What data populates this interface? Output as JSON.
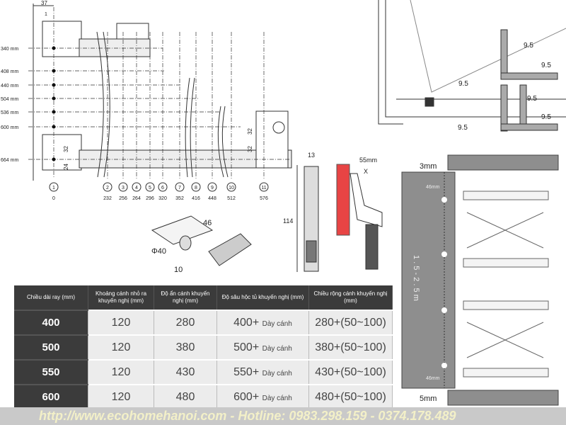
{
  "slide_diagram": {
    "top_dims": [
      "37",
      "1"
    ],
    "heights": [
      "340 mm",
      "408 mm",
      "440 mm",
      "504 mm",
      "536 mm",
      "600 mm",
      "664 mm"
    ],
    "positions": [
      {
        "n": "1",
        "v": "0"
      },
      {
        "n": "2",
        "v": "232"
      },
      {
        "n": "3",
        "v": "256"
      },
      {
        "n": "4",
        "v": "264"
      },
      {
        "n": "5",
        "v": "296"
      },
      {
        "n": "6",
        "v": "320"
      },
      {
        "n": "7",
        "v": "352"
      },
      {
        "n": "8",
        "v": "416"
      },
      {
        "n": "9",
        "v": "448"
      },
      {
        "n": "10",
        "v": "512"
      },
      {
        "n": "11",
        "v": "576"
      }
    ],
    "side_dims": [
      "32",
      "24",
      "32",
      "32"
    ]
  },
  "hinge_diagram": {
    "d1": "46",
    "d2": "Φ40",
    "d3": "10"
  },
  "side_view": {
    "d1": "13",
    "d2": "114",
    "d3": "55mm",
    "d4": "X"
  },
  "corner_view": {
    "labels": [
      "9.5",
      "9.5",
      "9.5",
      "9.5",
      "9.5",
      "9.5"
    ]
  },
  "panel": {
    "top_gap": "3mm",
    "bottom_gap": "5mm",
    "offset_top": "46mm",
    "offset_bottom": "46mm",
    "height": "1 . 5 - 2 . 5 m"
  },
  "table": {
    "headers": [
      "Chiều dài ray (mm)",
      "Khoảng cánh nhỏ ra khuyến nghị (mm)",
      "Độ ẩn cánh khuyến nghị (mm)",
      "Độ sâu hộc tủ khuyến nghị (mm)",
      "Chiều rộng cánh khuyến nghị (mm)"
    ],
    "rows": [
      {
        "len": "400",
        "gap": "120",
        "hide": "280",
        "depth": "400+",
        "depth_suffix": "Dày cánh",
        "width": "280+(50~100)"
      },
      {
        "len": "500",
        "gap": "120",
        "hide": "380",
        "depth": "500+",
        "depth_suffix": "Dày cánh",
        "width": "380+(50~100)"
      },
      {
        "len": "550",
        "gap": "120",
        "hide": "430",
        "depth": "550+",
        "depth_suffix": "Dày cánh",
        "width": "430+(50~100)"
      },
      {
        "len": "600",
        "gap": "120",
        "hide": "480",
        "depth": "600+",
        "depth_suffix": "Dày cánh",
        "width": "480+(50~100)"
      }
    ]
  },
  "footer": {
    "text": "http://www.ecohomehanoi.com - Hotline: 0983.298.159 - 0374.178.489"
  }
}
